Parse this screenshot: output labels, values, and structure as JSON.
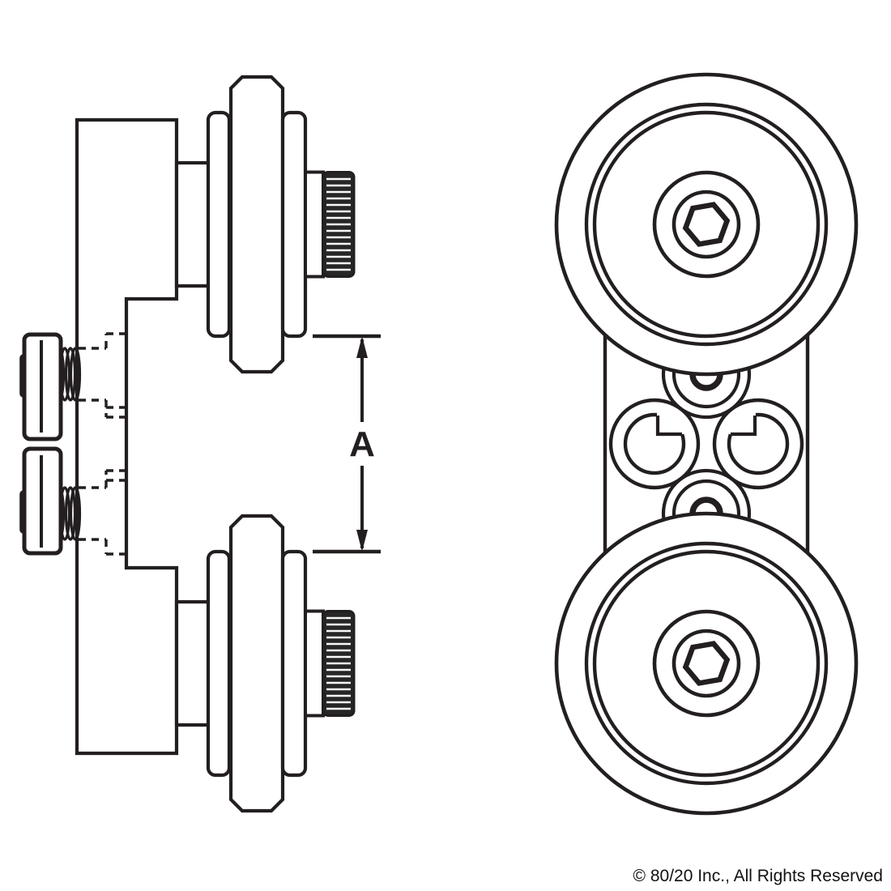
{
  "drawing": {
    "type": "technical-drawing",
    "dimension_label": "A",
    "copyright": "© 80/20 Inc., All Rights Reserved",
    "colors": {
      "background": "#ffffff",
      "line": "#231f20",
      "knob_fill": "#262626",
      "knurl_stripe": "#f8f8f8"
    }
  }
}
